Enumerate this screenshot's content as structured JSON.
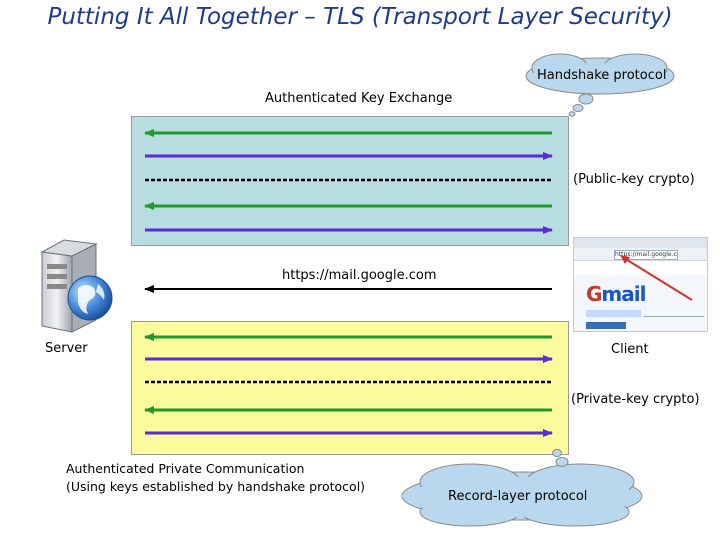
{
  "title": "Putting It All Together – TLS (Transport Layer Security)",
  "labels": {
    "handshake_cloud": "Handshake protocol",
    "authenticated_key_exchange": "Authenticated Key Exchange",
    "public_key_crypto": "(Public-key crypto)",
    "https_url": "https://mail.google.com",
    "server": "Server",
    "client": "Client",
    "private_key_crypto": "(Private-key crypto)",
    "auth_private_comm_line1": "Authenticated Private Communication",
    "auth_private_comm_line2": "(Using keys established by handshake protocol)",
    "record_layer_cloud": "Record-layer protocol"
  },
  "icons": {
    "server": "server-globe-icon",
    "client": "gmail-browser-screenshot"
  },
  "colors": {
    "title": "#1f3a8a",
    "top_box": "#b7dde0",
    "bottom_box": "#fbfa9c",
    "green_arrow": "#1e9a28",
    "purple_arrow": "#5a2bd6",
    "black_arrow": "#000000",
    "cloud": "#b9d8ee"
  }
}
